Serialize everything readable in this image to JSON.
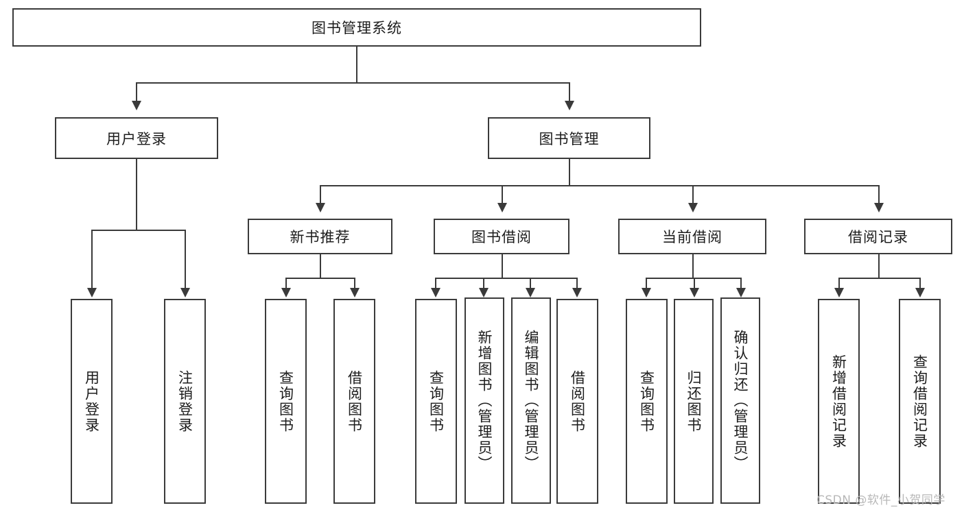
{
  "diagram": {
    "type": "tree",
    "title_node": {
      "label": "图书管理系统"
    },
    "level2": [
      {
        "label": "用户登录"
      },
      {
        "label": "图书管理"
      }
    ],
    "level3": [
      {
        "label": "新书推荐"
      },
      {
        "label": "图书借阅"
      },
      {
        "label": "当前借阅"
      },
      {
        "label": "借阅记录"
      }
    ],
    "leaves": {
      "user_login": [
        {
          "label": "用户登录"
        },
        {
          "label": "注销登录"
        }
      ],
      "new_book_recommend": [
        {
          "label": "查询图书"
        },
        {
          "label": "借阅图书"
        }
      ],
      "book_borrow": [
        {
          "label": "查询图书"
        },
        {
          "label": "新增图书（管理员）"
        },
        {
          "label": "编辑图书（管理员）"
        },
        {
          "label": "借阅图书"
        }
      ],
      "current_borrow": [
        {
          "label": "查询图书"
        },
        {
          "label": "归还图书"
        },
        {
          "label": "确认归还（管理员）"
        }
      ],
      "borrow_record": [
        {
          "label": "新增借阅记录"
        },
        {
          "label": "查询借阅记录"
        }
      ]
    }
  },
  "watermark": {
    "text": "CSDN @软件_小贺同学"
  },
  "colors": {
    "stroke": "#3a3a3a",
    "fill": "#ffffff",
    "text": "#1c1c1c",
    "watermark": "#b8b8b8"
  }
}
